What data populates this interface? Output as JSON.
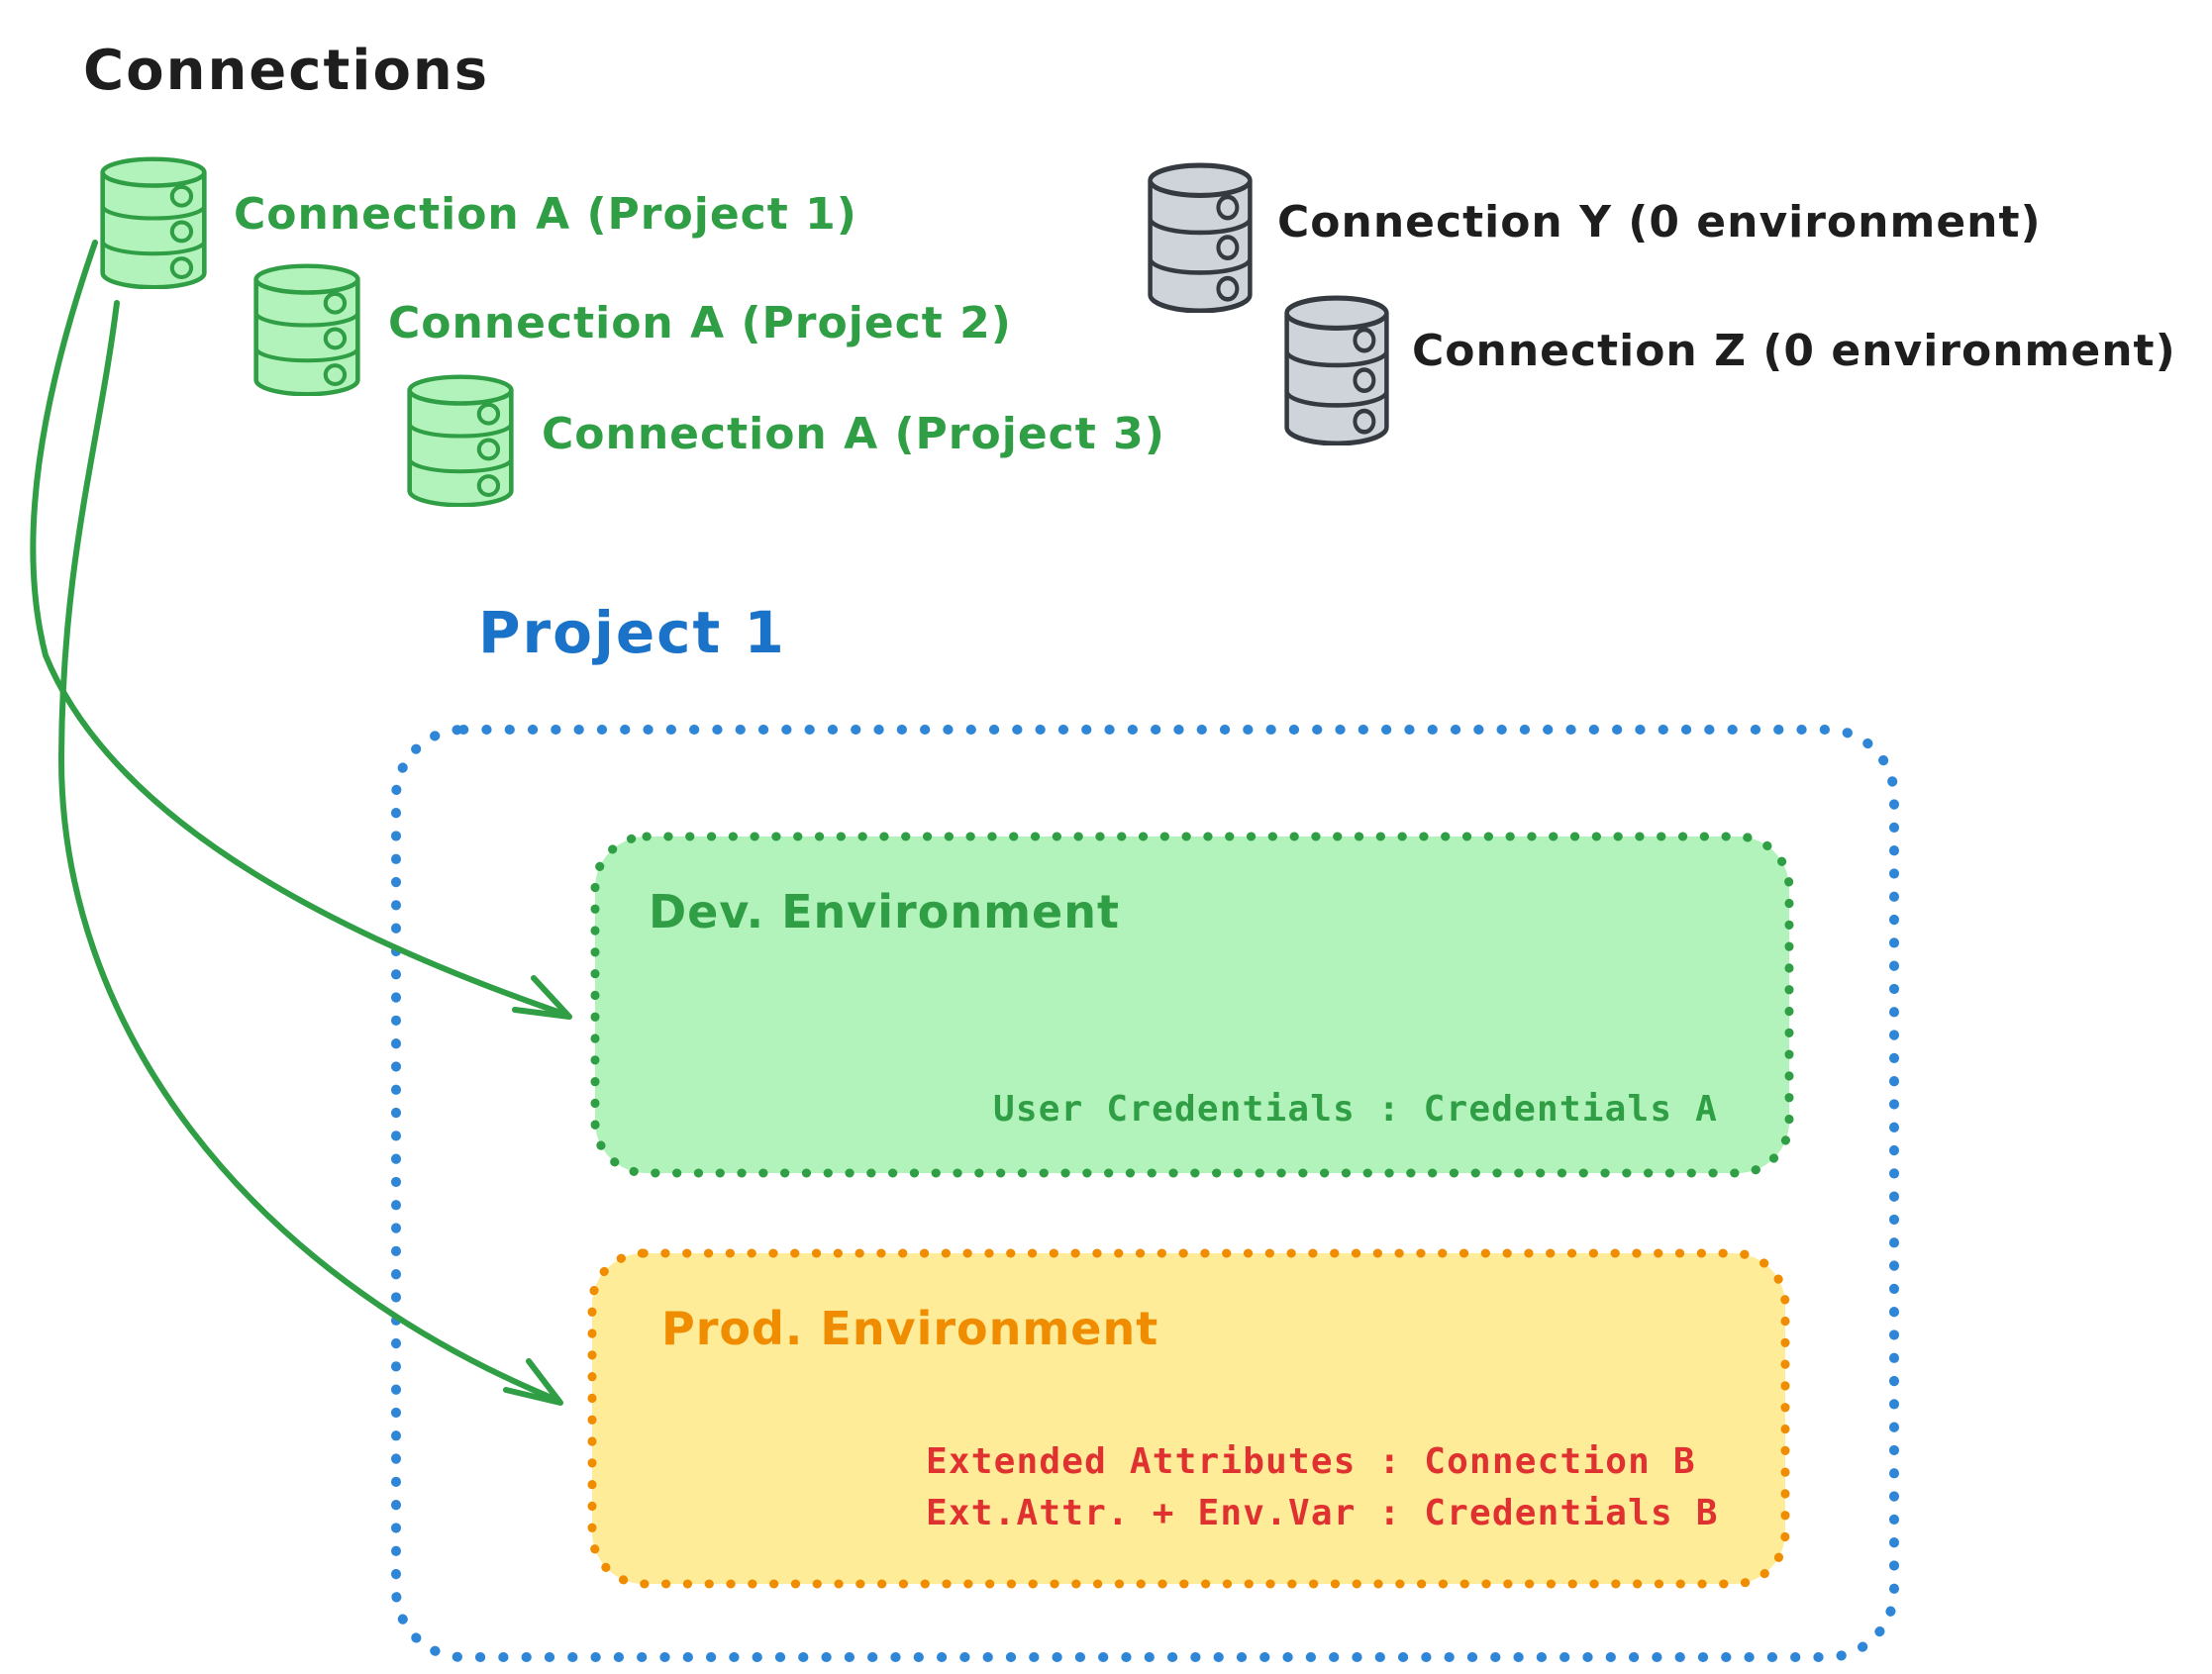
{
  "title": "Connections",
  "palette": {
    "black": "#1e1e1e",
    "green": "#2f9e44",
    "green_fill": "#b2f2bb",
    "gray_stroke": "#343a40",
    "gray_fill": "#ced4da",
    "blue": "#1a73c8",
    "orange": "#f08c00",
    "orange_fill": "#ffec99",
    "red": "#e03131"
  },
  "project_connections": [
    {
      "label": "Connection A (Project 1)"
    },
    {
      "label": "Connection A (Project 2)"
    },
    {
      "label": "Connection A (Project 3)"
    }
  ],
  "unassigned_connections": [
    {
      "label": "Connection Y (0 environment)"
    },
    {
      "label": "Connection Z (0 environment)"
    }
  ],
  "project": {
    "title": "Project 1",
    "dev_environment": {
      "title": "Dev. Environment",
      "mapping": "User Credentials : Credentials A"
    },
    "prod_environment": {
      "title": "Prod. Environment",
      "mapping_line1": "Extended Attributes : Connection B",
      "mapping_line2": "Ext.Attr. + Env.Var : Credentials B"
    }
  }
}
